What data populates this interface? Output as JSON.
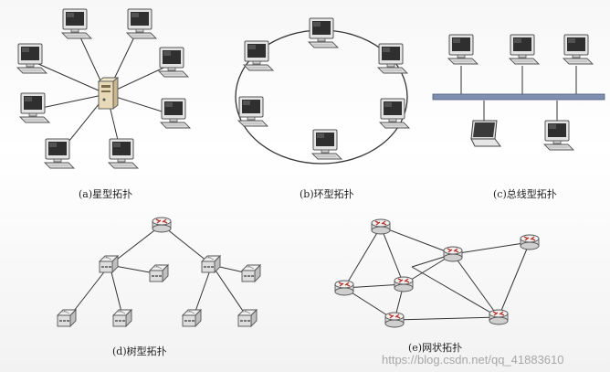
{
  "captions": {
    "star": "(a)星型拓扑",
    "ring": "(b)环型拓扑",
    "bus": "(c)总线型拓扑",
    "tree": "(d)树型拓扑",
    "mesh": "(e)网状拓扑"
  },
  "watermark": "https://blog.csdn.net/qq_41883610",
  "icons": {
    "computer": "desktop-computer-icon",
    "server": "server-icon",
    "laptop": "laptop-icon",
    "router": "router-icon",
    "switch": "switch-icon"
  },
  "colors": {
    "line": "#333333",
    "device_body": "#e6e6e6",
    "device_edge": "#555555",
    "screen": "#3a3a3a",
    "router_arrow": "#b8372c",
    "server_body": "#e8d9b8",
    "bus_bar": "#7e8fb0",
    "watermark": "#9a9a9a"
  }
}
